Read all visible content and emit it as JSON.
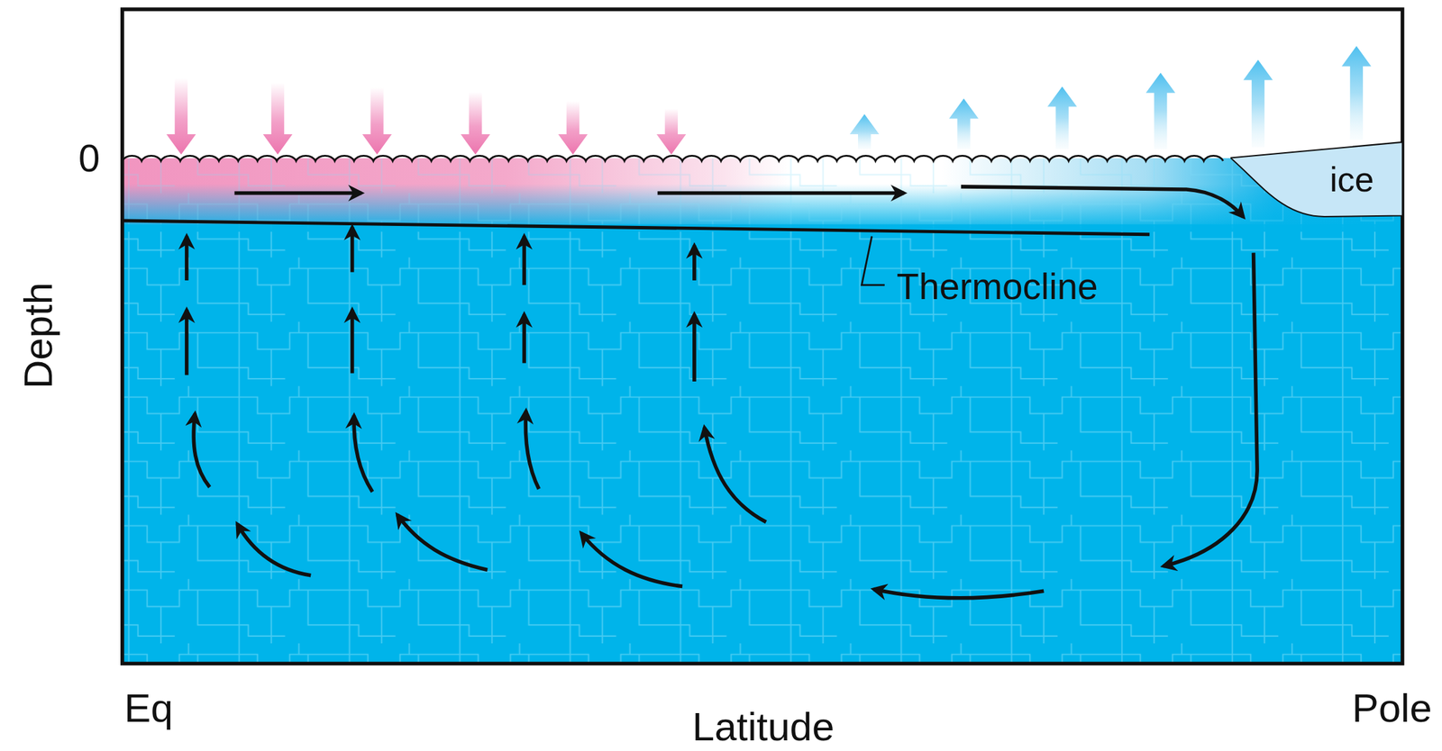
{
  "diagram": {
    "nodes": [
      {
        "text": [
          "ice"
        ]
      }
    ],
    "labels": [
      "0",
      "Thermocline",
      "Depth",
      "Eq",
      "Latitude",
      "Pole"
    ]
  }
}
